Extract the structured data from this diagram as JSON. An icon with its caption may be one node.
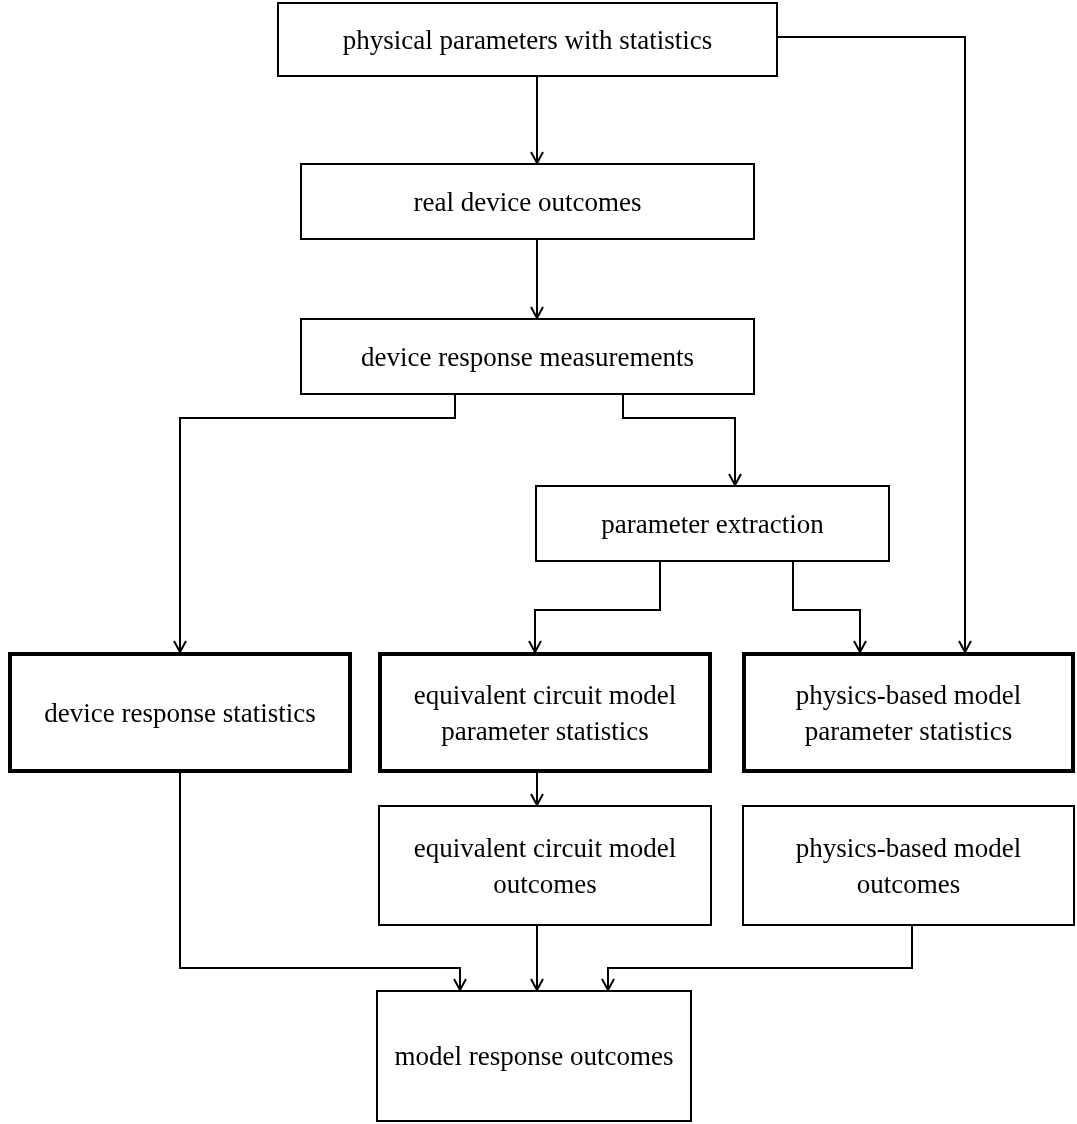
{
  "diagram": {
    "nodes": [
      {
        "text": [
          "physical parameters with statistics"
        ]
      },
      {
        "text": [
          "real device outcomes"
        ]
      },
      {
        "text": [
          "device response measurements"
        ]
      },
      {
        "text": [
          "parameter extraction"
        ]
      },
      {
        "text": [
          "device response statistics"
        ]
      },
      {
        "text": [
          "equivalent circuit model parameter statistics"
        ]
      },
      {
        "text": [
          "physics-based model parameter statistics"
        ]
      },
      {
        "text": [
          "equivalent circuit model outcomes"
        ]
      },
      {
        "text": [
          "physics-based model outcomes"
        ]
      },
      {
        "text": [
          "model response outcomes"
        ]
      }
    ],
    "edges": [
      {
        "from": 0,
        "to": 1,
        "arrow": "to"
      },
      {
        "from": 1,
        "to": 2,
        "arrow": "to"
      },
      {
        "from": 2,
        "to": 4,
        "arrow": "to"
      },
      {
        "from": 2,
        "to": 3,
        "arrow": "to"
      },
      {
        "from": 3,
        "to": 5,
        "arrow": "to"
      },
      {
        "from": 3,
        "to": 6,
        "arrow": "to"
      },
      {
        "from": 0,
        "to": 6,
        "arrow": "to"
      },
      {
        "from": 4,
        "to": 9,
        "arrow": "to"
      },
      {
        "from": 5,
        "to": 7,
        "arrow": "to"
      },
      {
        "from": 7,
        "to": 9,
        "arrow": "to"
      },
      {
        "from": 8,
        "to": 9,
        "arrow": "to"
      }
    ]
  }
}
